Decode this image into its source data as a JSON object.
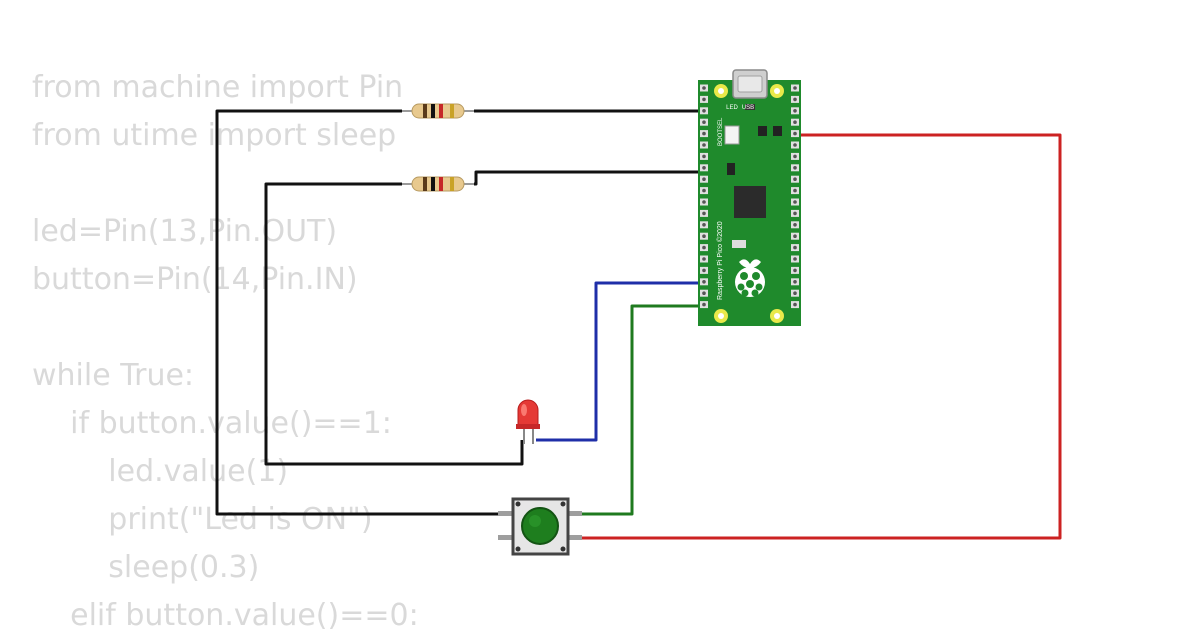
{
  "code": {
    "lines": [
      "from machine import Pin",
      "from utime import sleep",
      "",
      "led=Pin(13,Pin.OUT)",
      "button=Pin(14,Pin.IN)",
      "",
      "while True:",
      "    if button.value()==1:",
      "        led.value(1)",
      "        print(\"Led is ON\")",
      "        sleep(0.3)",
      "    elif button.value()==0:"
    ]
  },
  "board": {
    "name_label": "Raspberry Pi Pico ©2020",
    "led_label": "LED",
    "usb_label": "USB",
    "bootsel_label": "BOOTSEL"
  },
  "colors": {
    "wire_black": "#111111",
    "wire_red": "#cc2222",
    "wire_blue": "#1f2fa8",
    "wire_green": "#1f7a1f",
    "board_green": "#1f8a2c",
    "code_text": "#d9d9d9"
  }
}
